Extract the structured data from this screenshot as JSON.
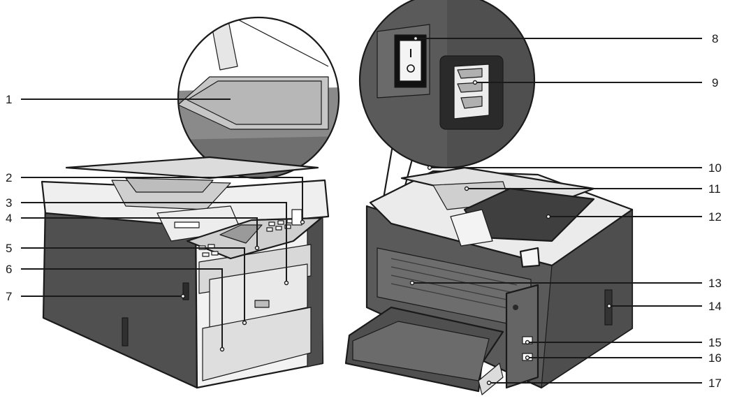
{
  "callouts_left": [
    "1",
    "2",
    "3",
    "4",
    "5",
    "6",
    "7"
  ],
  "callouts_right": [
    "8",
    "9",
    "10",
    "11",
    "12",
    "13",
    "14",
    "15",
    "16",
    "17"
  ],
  "colors": {
    "body_dark": "#4a4a4a",
    "body_mid": "#6e6e6e",
    "panel_light": "#e8e8e8",
    "glass": "#b8b8b8",
    "outline": "#1a1a1a"
  }
}
